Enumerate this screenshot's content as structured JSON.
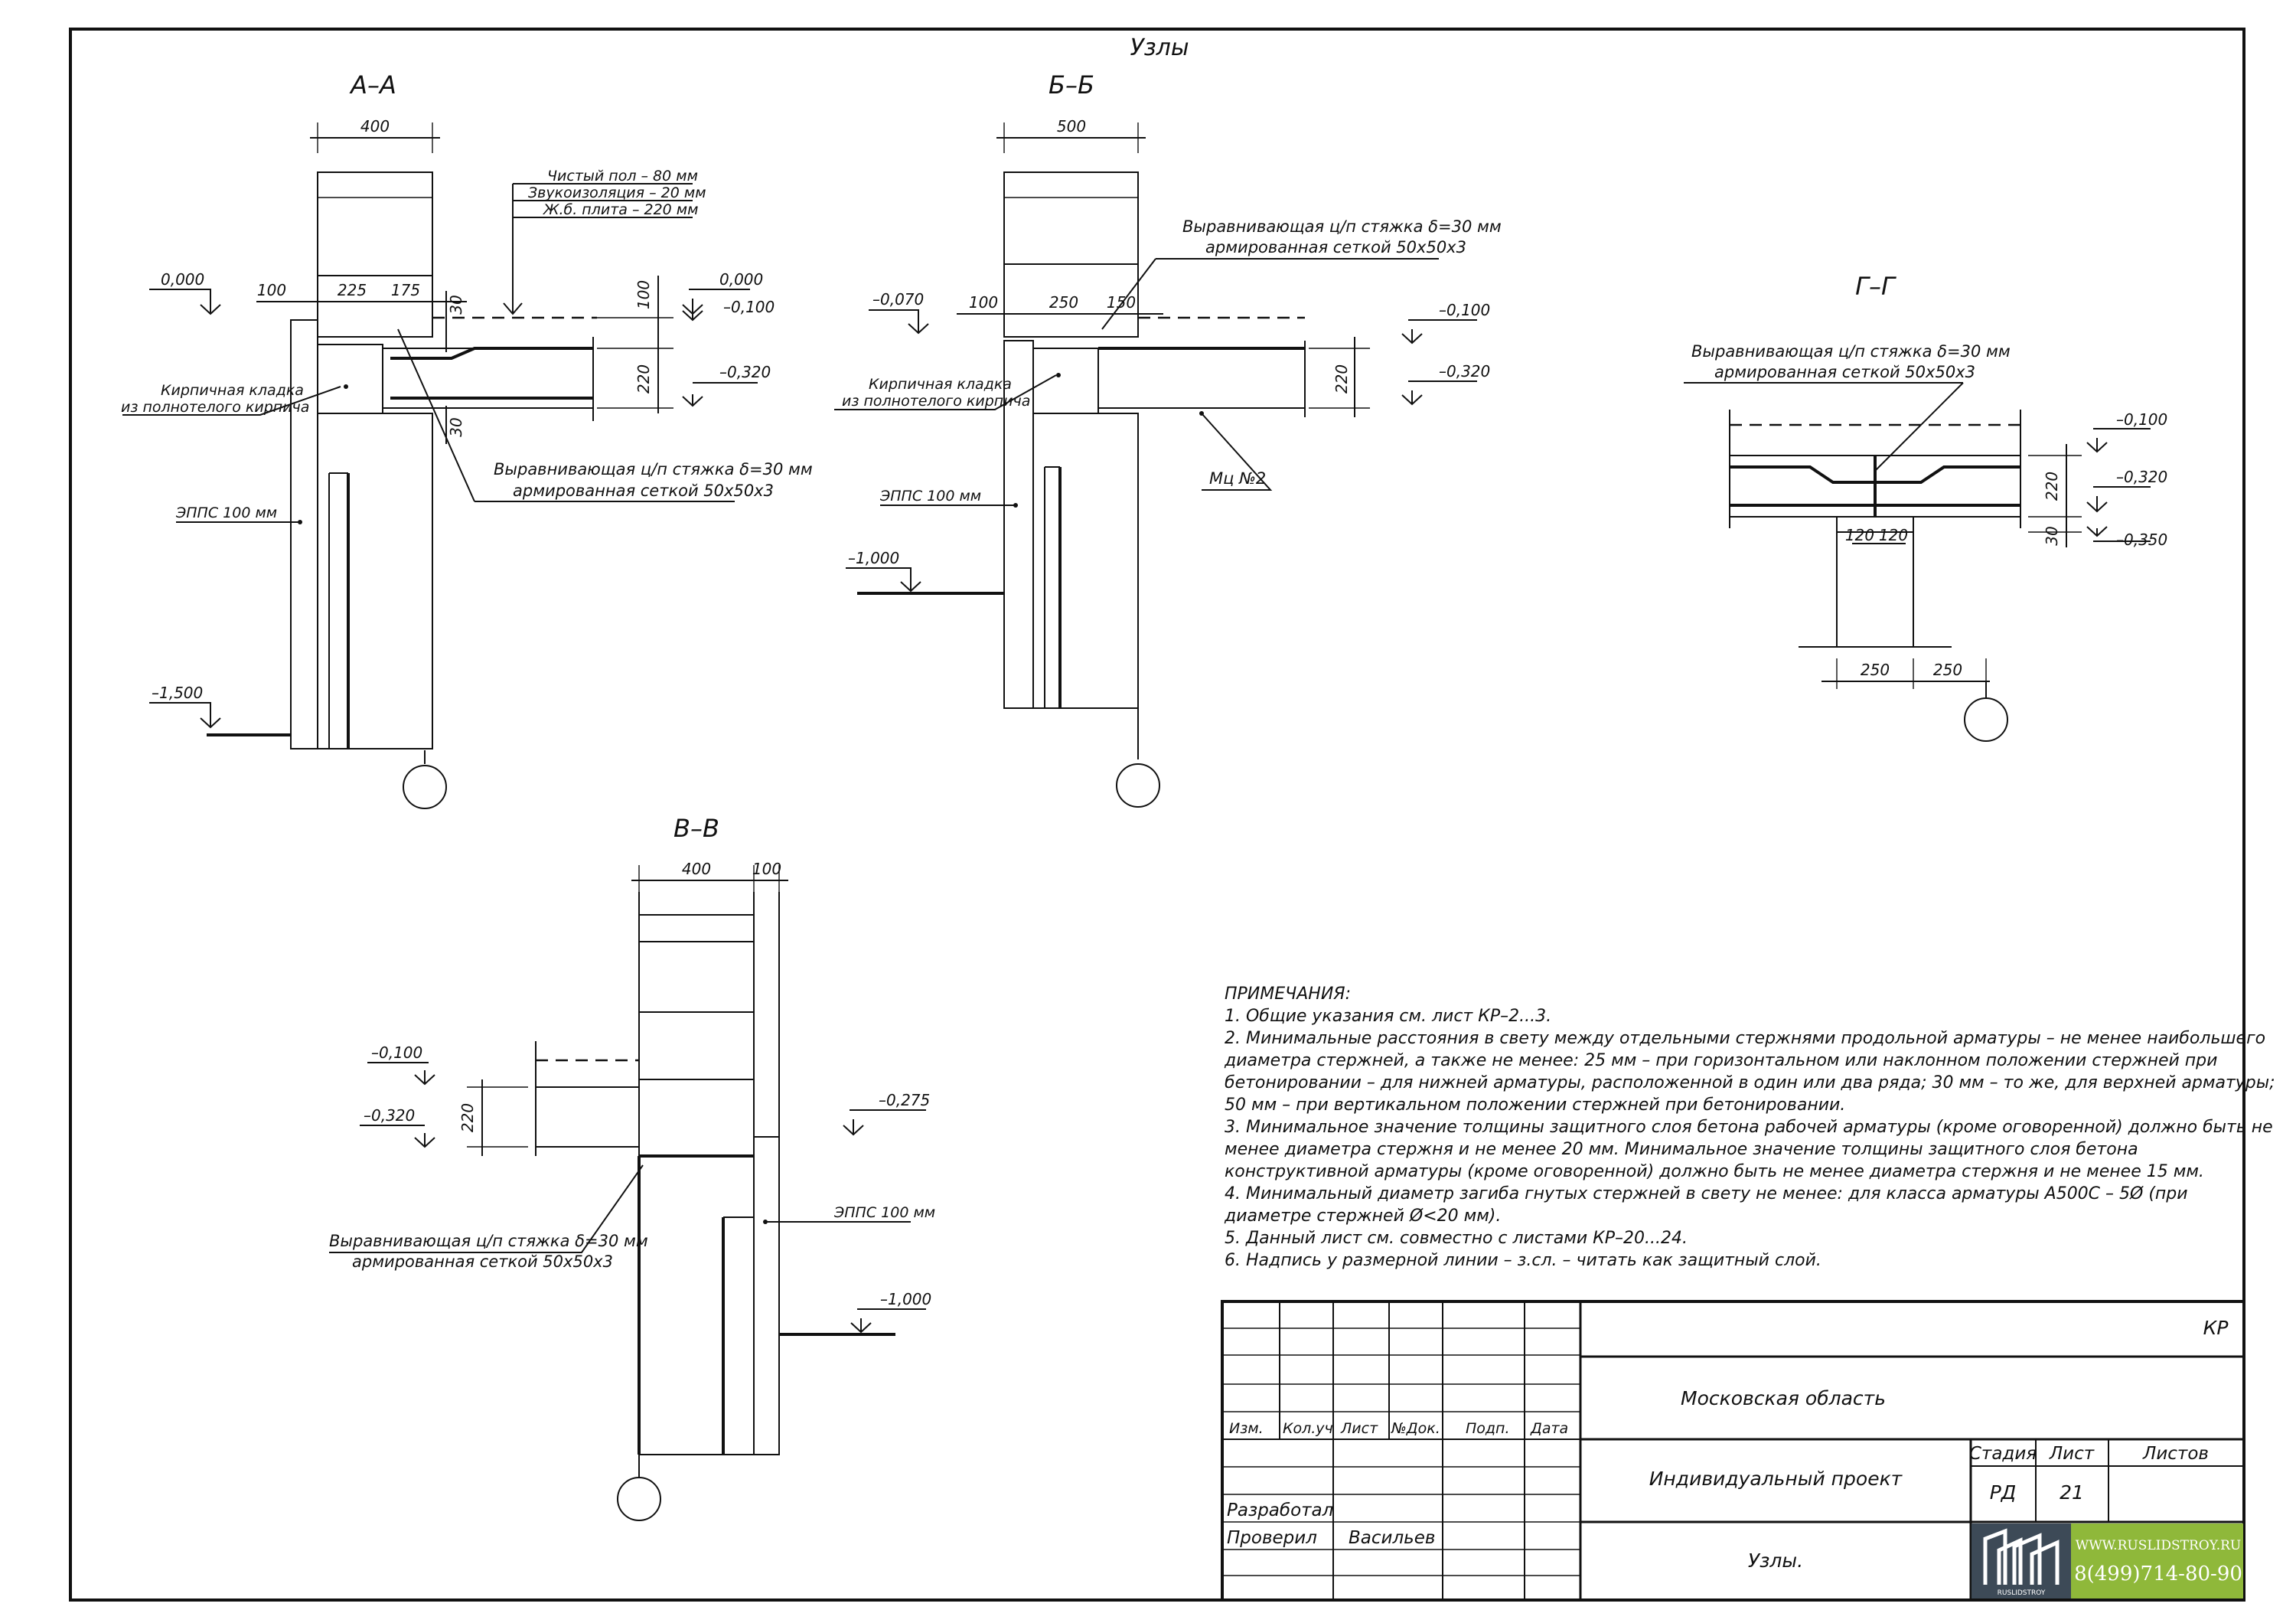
{
  "title": "Узлы",
  "sections": {
    "aa": {
      "title": "А–А",
      "dims": {
        "top": "400",
        "d100": "100",
        "d225": "225",
        "d175": "175",
        "d30a": "30",
        "d100v": "100",
        "d220": "220",
        "d30b": "30"
      },
      "levels": {
        "l0_left": "0,000",
        "l0_right": "0,000",
        "l_010": "–0,100",
        "l_032": "–0,320",
        "l_150": "–1,500"
      },
      "leaders": {
        "floor1": "Чистый пол – 80 мм",
        "floor2": "Звукоизоляция – 20 мм",
        "floor3": "Ж.б. плита – 220 мм",
        "brick1": "Кирпичная кладка",
        "brick2": "из полнотелого кирпича",
        "screed1": "Выравнивающая ц/п стяжка δ=30 мм",
        "screed2": "армированная сеткой 50х50х3",
        "epps": "ЭППС 100 мм"
      }
    },
    "bb": {
      "title": "Б–Б",
      "dims": {
        "top": "500",
        "d100": "100",
        "d250": "250",
        "d150": "150",
        "d220": "220"
      },
      "levels": {
        "l_007": "–0,070",
        "l_010": "–0,100",
        "l_032": "–0,320",
        "l_100": "–1,000"
      },
      "leaders": {
        "screed1": "Выравнивающая ц/п стяжка δ=30 мм",
        "screed2": "армированная сеткой 50х50х3",
        "brick1": "Кирпичная кладка",
        "brick2": "из полнотелого кирпича",
        "epps": "ЭППС 100 мм",
        "mark": "Мц №2"
      }
    },
    "gg": {
      "title": "Г–Г",
      "dims": {
        "d120a": "120",
        "d120b": "120",
        "d250a": "250",
        "d250b": "250",
        "d220": "220",
        "d30": "30"
      },
      "levels": {
        "l_010": "–0,100",
        "l_032": "–0,320",
        "l_035": "–0,350"
      },
      "leaders": {
        "screed1": "Выравнивающая ц/п стяжка δ=30 мм",
        "screed2": "армированная сеткой 50х50х3"
      }
    },
    "vv": {
      "title": "В–В",
      "dims": {
        "top": "400",
        "d100": "100",
        "d220": "220"
      },
      "levels": {
        "l_010": "–0,100",
        "l_032": "–0,320",
        "l_0275": "–0,275",
        "l_100": "–1,000"
      },
      "leaders": {
        "screed1": "Выравнивающая ц/п стяжка δ=30 мм",
        "screed2": "армированная сеткой 50х50х3",
        "epps": "ЭППС 100 мм"
      }
    }
  },
  "notes": {
    "heading": "ПРИМЕЧАНИЯ:",
    "lines": [
      "1. Общие указания см. лист КР–2...3.",
      "2. Минимальные расстояния в свету между отдельными стержнями продольной арматуры – не менее наибольшего",
      "диаметра стержней, а также не менее: 25 мм – при горизонтальном или наклонном положении стержней при",
      "бетонировании – для нижней арматуры, расположенной в один или два ряда; 30 мм – то же, для верхней арматуры;",
      "50 мм – при вертикальном положении стержней при бетонировании.",
      "3. Минимальное значение толщины защитного слоя бетона рабочей арматуры (кроме оговоренной) должно быть не",
      "менее диаметра стержня и не менее 20 мм. Минимальное значение толщины защитного слоя бетона",
      "конструктивной арматуры (кроме оговоренной) должно быть не менее диаметра стержня и не менее 15 мм.",
      "4. Минимальный диаметр загиба гнутых стержней в свету не менее: для класса арматуры А500С – 5Ø (при",
      "диаметре стержней Ø<20 мм).",
      "5. Данный лист см. совместно с листами КР–20...24.",
      "6. Надпись у размерной линии – з.сл. – читать как защитный слой."
    ]
  },
  "stamp": {
    "code": "КР",
    "region": "Московская область",
    "project": "Индивидуальный проект",
    "sheet_title": "Узлы.",
    "cols": [
      "Изм.",
      "Кол.уч",
      "Лист",
      "№Док.",
      "Подп.",
      "Дата"
    ],
    "developed": "Разработал",
    "checked": "Проверил",
    "checker": "Васильев",
    "stage_label": "Стадия",
    "sheet_label": "Лист",
    "sheets_label": "Листов",
    "stage": "РД",
    "sheet": "21",
    "logo": {
      "site": "WWW.RUSLIDSTROY.RU",
      "phone": "8(499)714-80-90",
      "brand": "RUSLIDSTROY",
      "bg": "#3d4a57",
      "accent": "#8fb83a"
    }
  }
}
